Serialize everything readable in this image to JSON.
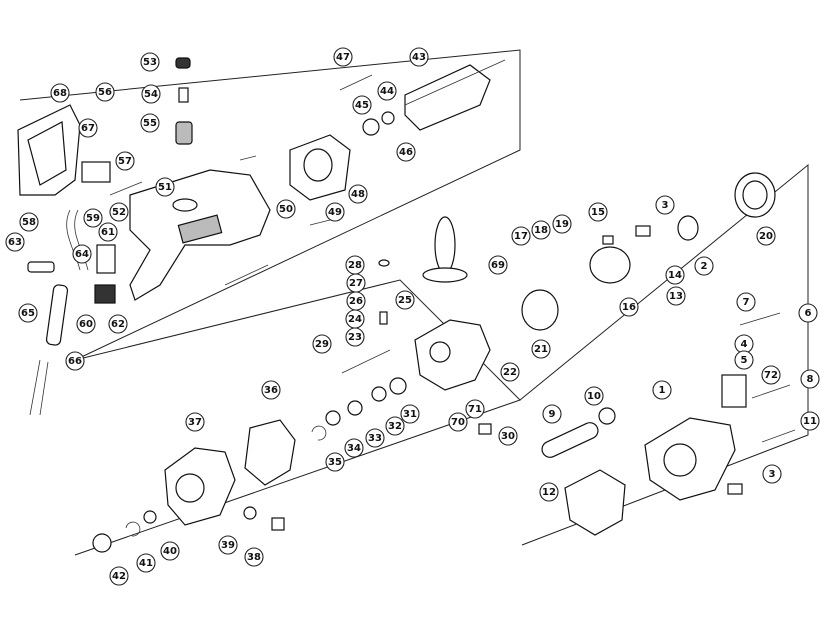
{
  "callouts": [
    {
      "label": "1"
    },
    {
      "label": "2"
    },
    {
      "label": "3"
    },
    {
      "label": "3"
    },
    {
      "label": "4"
    },
    {
      "label": "5"
    },
    {
      "label": "6"
    },
    {
      "label": "7"
    },
    {
      "label": "8"
    },
    {
      "label": "9"
    },
    {
      "label": "10"
    },
    {
      "label": "11"
    },
    {
      "label": "12"
    },
    {
      "label": "13"
    },
    {
      "label": "14"
    },
    {
      "label": "15"
    },
    {
      "label": "16"
    },
    {
      "label": "17"
    },
    {
      "label": "18"
    },
    {
      "label": "19"
    },
    {
      "label": "20"
    },
    {
      "label": "21"
    },
    {
      "label": "22"
    },
    {
      "label": "23"
    },
    {
      "label": "24"
    },
    {
      "label": "25"
    },
    {
      "label": "26"
    },
    {
      "label": "27"
    },
    {
      "label": "28"
    },
    {
      "label": "29"
    },
    {
      "label": "30"
    },
    {
      "label": "31"
    },
    {
      "label": "32"
    },
    {
      "label": "33"
    },
    {
      "label": "34"
    },
    {
      "label": "35"
    },
    {
      "label": "36"
    },
    {
      "label": "37"
    },
    {
      "label": "38"
    },
    {
      "label": "39"
    },
    {
      "label": "40"
    },
    {
      "label": "41"
    },
    {
      "label": "42"
    },
    {
      "label": "43"
    },
    {
      "label": "44"
    },
    {
      "label": "45"
    },
    {
      "label": "46"
    },
    {
      "label": "47"
    },
    {
      "label": "48"
    },
    {
      "label": "49"
    },
    {
      "label": "50"
    },
    {
      "label": "51"
    },
    {
      "label": "52"
    },
    {
      "label": "53"
    },
    {
      "label": "54"
    },
    {
      "label": "55"
    },
    {
      "label": "56"
    },
    {
      "label": "57"
    },
    {
      "label": "58"
    },
    {
      "label": "59"
    },
    {
      "label": "60"
    },
    {
      "label": "61"
    },
    {
      "label": "62"
    },
    {
      "label": "63"
    },
    {
      "label": "64"
    },
    {
      "label": "65"
    },
    {
      "label": "66"
    },
    {
      "label": "67"
    },
    {
      "label": "68"
    },
    {
      "label": "69"
    },
    {
      "label": "70"
    },
    {
      "label": "71"
    },
    {
      "label": "72"
    }
  ]
}
